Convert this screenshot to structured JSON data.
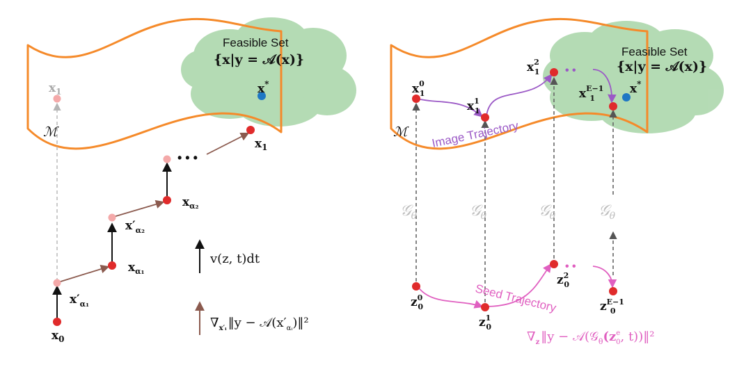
{
  "colors": {
    "manifold": "#f58a2a",
    "cloud": "#a8d5a8",
    "red_point": "#e02b2b",
    "pink_point": "#f4a9a9",
    "blue_point": "#1f77c4",
    "purple": "#9b59c6",
    "pink": "#e05fc0",
    "brown": "#8b5a4e",
    "gray_dash": "#999999",
    "gray_text": "#bdbdbd",
    "black": "#111111"
  },
  "left": {
    "feasible_title": "Feasible Set",
    "feasible_formula": "{x|y = 𝒜(x)}",
    "manifold_label": "ℳ",
    "x_star": "x",
    "x_star_sup": "*",
    "x1_faded": "x",
    "x1_faded_sub": "1",
    "x1": "x",
    "x1_sub": "1",
    "x0": "x",
    "x0_sub": "0",
    "xa1": "x",
    "xa1_sub": "α₁",
    "xa2": "x",
    "xa2_sub": "α₂",
    "xpa1": "x′",
    "xpa1_sub": "α₁",
    "xpa2": "x′",
    "xpa2_sub": "α₂",
    "ellipsis": "• • •",
    "legend_velocity": "v(z, t)dt",
    "legend_grad_prefix": "∇",
    "legend_grad_sub": "x′ᵢ",
    "legend_grad_body": "‖y − 𝒜(x′",
    "legend_grad_body_sub": "αᵢ",
    "legend_grad_tail": ")‖²"
  },
  "right": {
    "feasible_title": "Feasible Set",
    "feasible_formula": "{x|y = 𝒜(x)}",
    "manifold_label": "ℳ",
    "image_trajectory": "Image Trajectory",
    "seed_trajectory": "Seed Trajectory",
    "x_star": "x",
    "x_star_sup": "*",
    "x10": "x",
    "x10_sup": "0",
    "x10_sub": "1",
    "x11": "x",
    "x11_sup": "1",
    "x11_sub": "1",
    "x12": "x",
    "x12_sup": "2",
    "x12_sub": "1",
    "x1E": "x",
    "x1E_sup": "E−1",
    "x1E_sub": "1",
    "z00": "z",
    "z00_sup": "0",
    "z00_sub": "0",
    "z01": "z",
    "z01_sup": "1",
    "z01_sub": "0",
    "z02": "z",
    "z02_sup": "2",
    "z02_sub": "0",
    "z0E": "z",
    "z0E_sup": "E−1",
    "z0E_sub": "0",
    "g_label": "𝒢",
    "g_sub": "θ",
    "grad_prefix": "∇",
    "grad_sub": "z",
    "grad_body": "‖y − 𝒜(𝒢",
    "grad_body_sub": "θ",
    "grad_body2": "(z",
    "grad_z_sup": "e",
    "grad_z_sub": "0",
    "grad_tail": ", t))‖²",
    "ellipsis_top": "• •",
    "ellipsis_bottom": "• •"
  }
}
